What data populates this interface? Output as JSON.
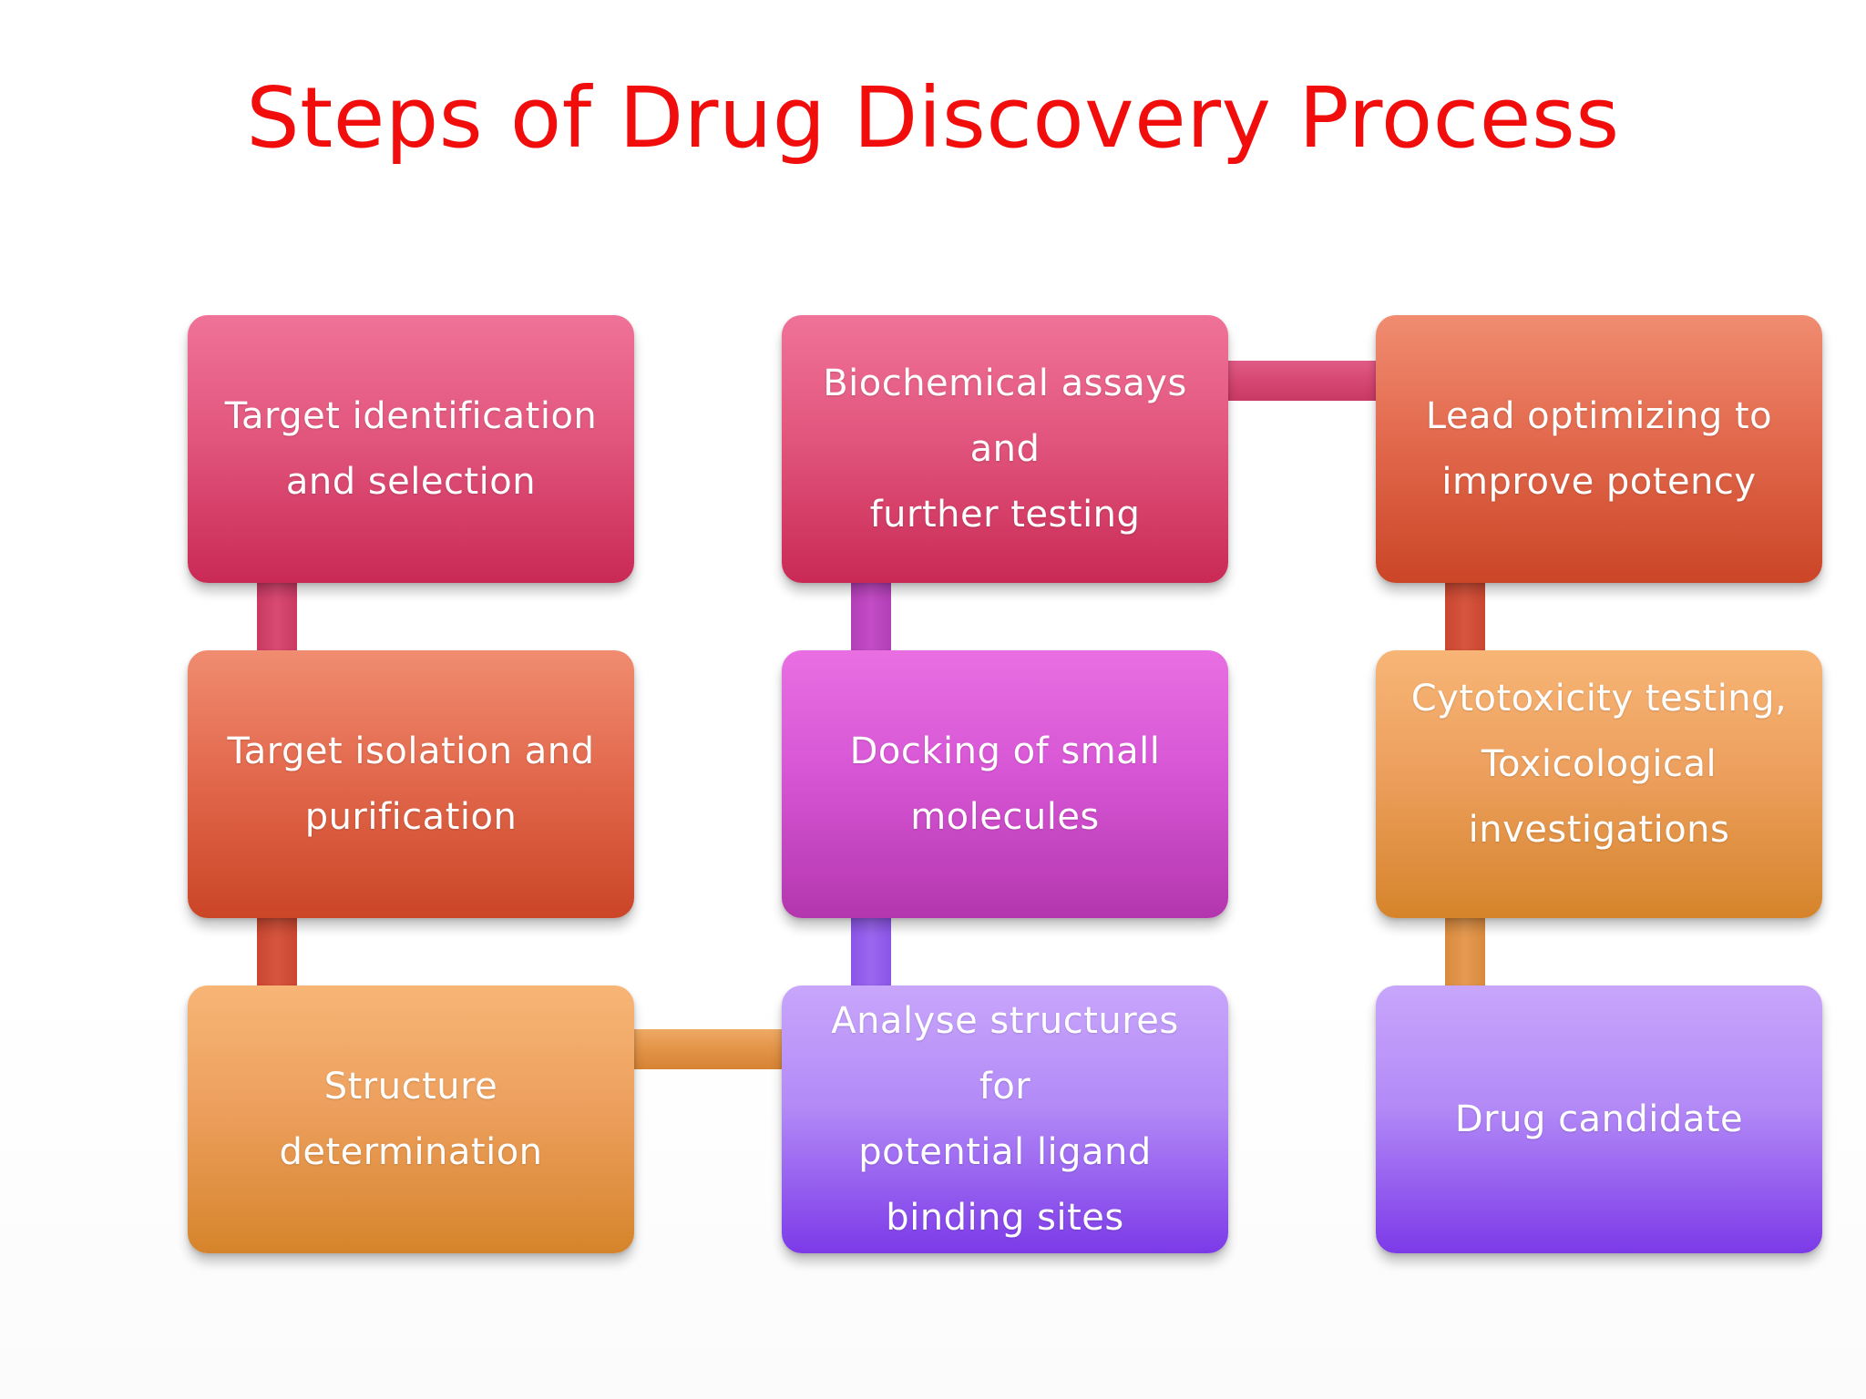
{
  "title": "Steps of Drug Discovery Process",
  "steps": [
    {
      "lines": [
        "Target identification",
        "and selection"
      ],
      "color": "#e2567d"
    },
    {
      "lines": [
        "Target isolation and",
        "purification"
      ],
      "color": "#e36a4e"
    },
    {
      "lines": [
        "Structure",
        "determination"
      ],
      "color": "#eda05e"
    },
    {
      "lines": [
        "Analyse structures for",
        "potential ligand",
        "binding sites"
      ],
      "color": "#b38af7"
    },
    {
      "lines": [
        "Docking of small",
        "molecules"
      ],
      "color": "#d756d5"
    },
    {
      "lines": [
        "Biochemical assays and",
        "further testing"
      ],
      "color": "#e2567d"
    },
    {
      "lines": [
        "Lead optimizing to",
        "improve potency"
      ],
      "color": "#e36a4e"
    },
    {
      "lines": [
        "Cytotoxicity testing,",
        "Toxicological",
        "investigations"
      ],
      "color": "#eda05e"
    },
    {
      "lines": [
        "Drug candidate"
      ],
      "color": "#b38af7"
    }
  ]
}
